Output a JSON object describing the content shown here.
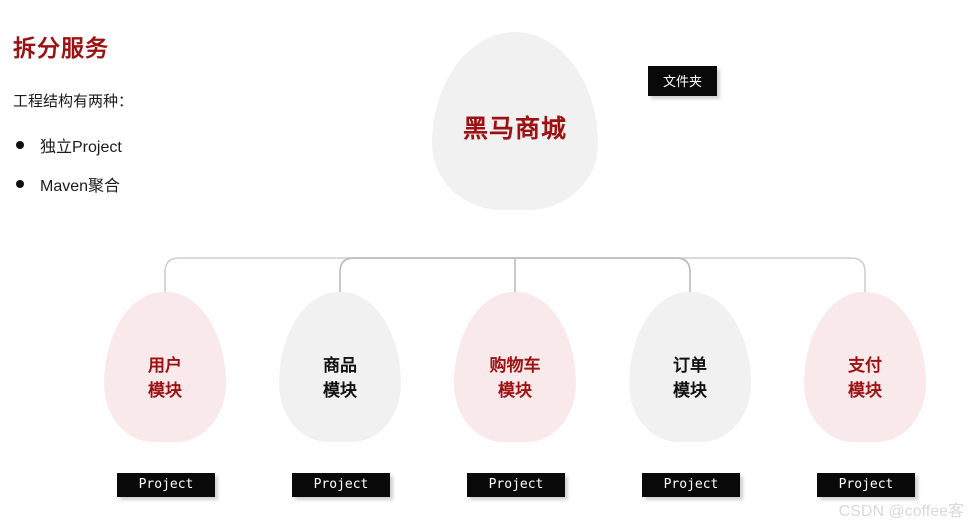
{
  "slide": {
    "title": "拆分服务",
    "subtitle": "工程结构有两种：",
    "bullets": [
      {
        "label": "独立Project"
      },
      {
        "label": "Maven聚合"
      }
    ],
    "watermark": "CSDN @coffee客",
    "colors": {
      "brand_red": "#9c1111",
      "blob_gray": "#f1f1f2",
      "blob_pink": "#fae9ea",
      "badge_black": "#090909",
      "connector_gray": "#cfcfcf"
    }
  },
  "root_node": {
    "label": "黑马商城",
    "tag": "文件夹"
  },
  "modules": [
    {
      "line1": "用户",
      "line2": "模块",
      "badge": "Project",
      "tone": "pink"
    },
    {
      "line1": "商品",
      "line2": "模块",
      "badge": "Project",
      "tone": "gray"
    },
    {
      "line1": "购物车",
      "line2": "模块",
      "badge": "Project",
      "tone": "pink"
    },
    {
      "line1": "订单",
      "line2": "模块",
      "badge": "Project",
      "tone": "gray"
    },
    {
      "line1": "支付",
      "line2": "模块",
      "badge": "Project",
      "tone": "pink"
    }
  ]
}
